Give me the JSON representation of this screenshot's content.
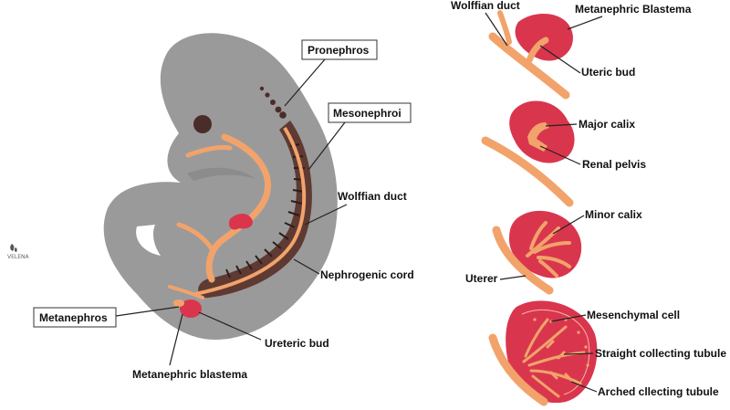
{
  "colors": {
    "embryo_body": "#9a9a9a",
    "duct_orange": "#f2a36b",
    "mesonephros_brown": "#5e3a33",
    "tubule_dark": "#3a2320",
    "kidney_red": "#d9364e",
    "box_border": "#333333",
    "text": "#111111"
  },
  "logo": {
    "icon": "leaf-logo-icon",
    "text": "VELENA"
  },
  "embryo_labels": {
    "pronephros": "Pronephros",
    "mesonephroi": "Mesonephroi",
    "wolffian_duct": "Wolffian duct",
    "nephrogenic_cord": "Nephrogenic cord",
    "metanephros": "Metanephros",
    "ureteric_bud": "Ureteric bud",
    "metanephric_blastema": "Metanephric blastema"
  },
  "stage1_labels": {
    "wolffian_duct": "Wolffian duct",
    "metanephric_blastema": "Metanephric Blastema",
    "uteric_bud": "Uteric bud"
  },
  "stage2_labels": {
    "major_calix": "Major calix",
    "renal_pelvis": "Renal pelvis"
  },
  "stage3_labels": {
    "minor_calix": "Minor calix",
    "uterer": "Uterer"
  },
  "stage4_labels": {
    "mesenchymal_cell": "Mesenchymal cell",
    "straight_collecting_tubule": "Straight collecting tubule",
    "arched_collecting_tubule": "Arched cllecting tubule"
  }
}
